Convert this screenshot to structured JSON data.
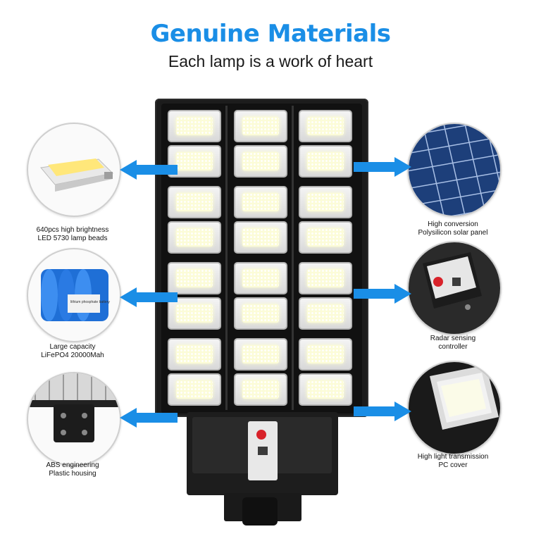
{
  "header": {
    "title": "Genuine Materials",
    "subtitle": "Each lamp is a work of heart"
  },
  "features": [
    {
      "id": "led",
      "line1": "640pcs high brightness",
      "line2": "LED 5730 lamp beads"
    },
    {
      "id": "battery",
      "line1": "Large capacity",
      "line2": "LiFePO4 20000Mah",
      "label_text": "lithium phosphate battery"
    },
    {
      "id": "housing",
      "line1": "ABS engineering",
      "line2": "Plastic housing"
    },
    {
      "id": "solar",
      "line1": "High conversion",
      "line2": "Polysilicon solar panel"
    },
    {
      "id": "radar",
      "line1": "Radar sensing",
      "line2": "controller"
    },
    {
      "id": "cover",
      "line1": "High light transmission",
      "line2": "PC cover"
    }
  ],
  "colors": {
    "accent": "#1a8ee6",
    "lamp_body": "#1c1c1c",
    "led_glow": "#fcfcd8",
    "battery_blue": "#1f6fd6",
    "sensor_red": "#d8222a"
  },
  "icons": [
    "led-bead-icon",
    "battery-icon",
    "housing-bracket-icon",
    "solar-panel-icon",
    "radar-sensor-icon",
    "pc-cover-icon"
  ]
}
